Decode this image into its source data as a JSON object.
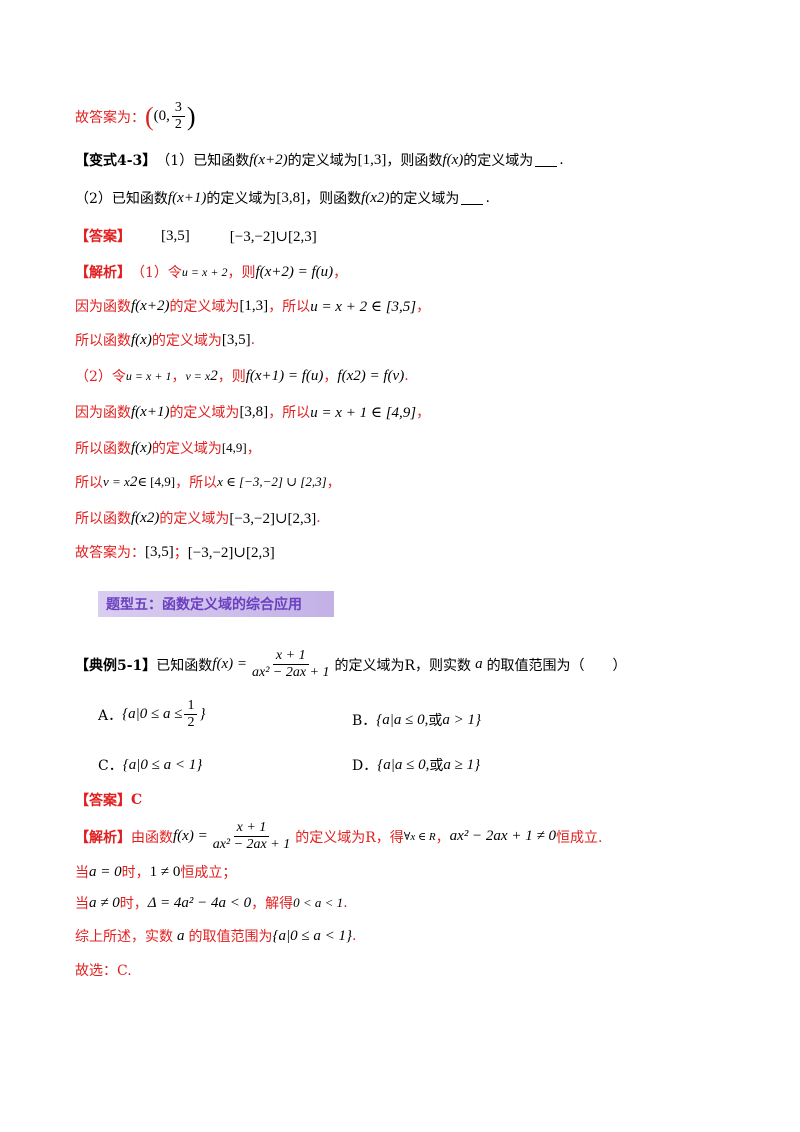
{
  "l1": {
    "prefix": "故答案为：",
    "frac_num": "3",
    "frac_den": "2",
    "open": "(0,",
    "close": ")"
  },
  "variant": {
    "tag": "【变式4-3】",
    "p1": "（1）已知函数",
    "f1": "f(x+2)",
    "p2": "的定义域为",
    "d1": "[1,3]",
    "p3": "，则函数",
    "f2": "f(x)",
    "p4": "的定义域为",
    "end": "."
  },
  "q2": {
    "p1": "（2）已知函数",
    "f1": "f(x+1)",
    "p2": "的定义域为",
    "d1": "[3,8]",
    "p3": "，则函数",
    "f2a": "f(x",
    "sup": "2",
    "f2b": ")",
    "p4": "的定义域为",
    "end": "."
  },
  "answer": {
    "tag": "【答案】",
    "a1": "[3,5]",
    "a2": "[−3,−2]∪[2,3]"
  },
  "analysis": {
    "tag": "【解析】",
    "r1a": "（1）令",
    "r1b": "u = x + 2",
    "r1c": "，则",
    "r1d": "f(x+2) = f(u)",
    "r1e": "，",
    "r2a": "因为函数",
    "r2b": "f(x+2)",
    "r2c": "的定义域为",
    "r2d": "[1,3]",
    "r2e": "，所以",
    "r2f": "u = x + 2 ∈ [3,5]",
    "r2g": "，",
    "r3a": "所以函数",
    "r3b": "f(x)",
    "r3c": "的定义域为",
    "r3d": "[3,5]",
    "r3e": ".",
    "r4a": "（2）令",
    "r4b": "u = x + 1",
    "r4c": "，",
    "r4d": "v = x",
    "r4e": "2",
    "r4f": "，则",
    "r4g": "f(x+1) = f(u)",
    "r4h": "，",
    "r4i": "f(x",
    "r4j": "2",
    "r4k": ") = f(v)",
    "r4l": ".",
    "r5a": "因为函数",
    "r5b": "f(x+1)",
    "r5c": "的定义域为",
    "r5d": "[3,8]",
    "r5e": "，所以",
    "r5f": "u = x + 1 ∈ [4,9]",
    "r5g": "，",
    "r6a": "所以函数",
    "r6b": "f(x)",
    "r6c": "的定义域为",
    "r6d": "[4,9]",
    "r6e": "，",
    "r7a": "所以",
    "r7b": "v = x",
    "r7c": "2",
    "r7d": " ∈ [4,9]",
    "r7e": "，所以",
    "r7f": "x ∈ [−3,−2] ∪ [2,3]",
    "r7g": "，",
    "r8a": "所以函数",
    "r8b": "f(x",
    "r8c": "2",
    "r8d": ")",
    "r8e": "的定义域为",
    "r8f": "[−3,−2]∪[2,3]",
    "r8g": ".",
    "r9a": "故答案为：",
    "r9b": "[3,5]",
    "r9c": "；",
    "r9d": "[−3,−2]∪[2,3]"
  },
  "section": {
    "title": "题型五：函数定义域的综合应用"
  },
  "example": {
    "tag": "【典例5-1】",
    "p1": "已知函数",
    "f": "f(x) =",
    "num": "x + 1",
    "den": "ax² − 2ax + 1",
    "p2": "的定义域为R，则实数",
    "a": "a",
    "p3": "的取值范围为（　　）"
  },
  "options": {
    "A_label": "A．",
    "A_left": "{a|0 ≤ a ≤",
    "A_num": "1",
    "A_den": "2",
    "A_right": "}",
    "B_label": "B．",
    "B_text": "{a|a ≤ 0,",
    "B_or": "或",
    "B_text2": "a > 1}",
    "C_label": "C．",
    "C_text": "{a|0 ≤ a < 1}",
    "D_label": "D．",
    "D_text": "{a|a ≤ 0,",
    "D_or": "或",
    "D_text2": "a ≥ 1}"
  },
  "ex_answer": {
    "tag": "【答案】",
    "value": "C"
  },
  "ex_analysis": {
    "tag": "【解析】",
    "s1a": "由函数",
    "s1b": "f(x) =",
    "s1num": "x + 1",
    "s1den": "ax² − 2ax + 1",
    "s1c": "的定义域为R，得",
    "s1d": "∀x ∈ R",
    "s1e": "，",
    "s1f": "ax² − 2ax + 1 ≠ 0",
    "s1g": "恒成立.",
    "s2a": "当",
    "s2b": "a = 0",
    "s2c": "时，",
    "s2d": "1 ≠ 0",
    "s2e": "恒成立；",
    "s3a": "当",
    "s3b": "a ≠ 0",
    "s3c": "时，",
    "s3d": "Δ = 4a² − 4a < 0",
    "s3e": "，解得",
    "s3f": "0 < a < 1",
    "s3g": ".",
    "s4a": "综上所述，实数",
    "s4b": "a",
    "s4c": "的取值范围为",
    "s4d": "{a|0 ≤ a < 1}",
    "s4e": ".",
    "s5": "故选：C."
  }
}
